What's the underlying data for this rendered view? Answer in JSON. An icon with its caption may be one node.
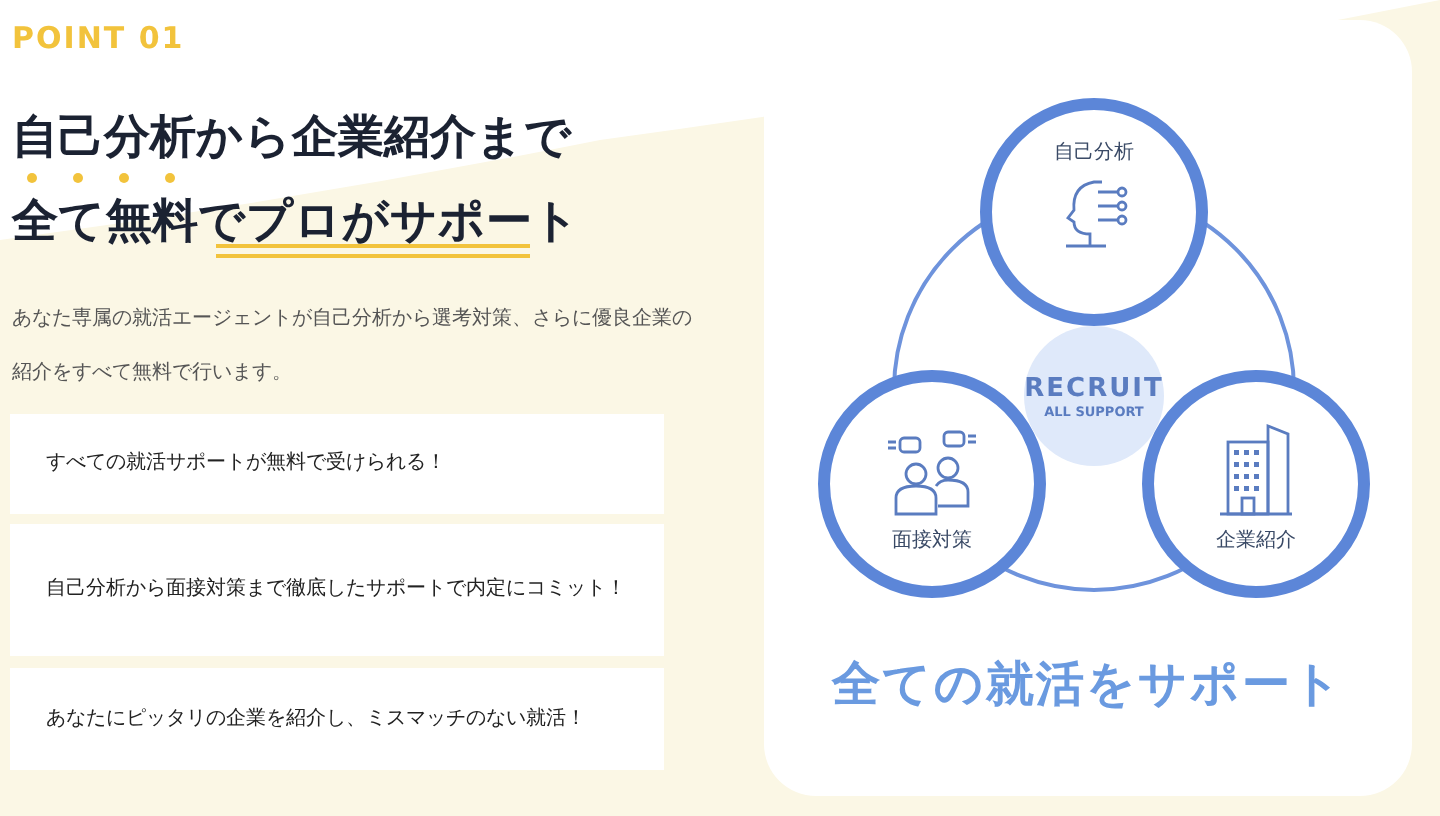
{
  "diagram": {
    "title": "自己分析から企業紹介まで全て無料でプロがサポート",
    "nodes": [
      {
        "text": [
          "すべての就活サポートが無料で受けられる！"
        ]
      },
      {
        "text": [
          "自己分析から面接対策まで徹底したサポートで内定にコミット！"
        ]
      },
      {
        "text": [
          "あなたにピッタリの企業を紹介し、ミスマッチのない就活！"
        ]
      },
      {
        "text": [
          "全ての就活をサポート"
        ]
      },
      {
        "text": [
          "自己分析"
        ],
        "in": 3
      },
      {
        "text": [
          "面接対策"
        ],
        "in": 3
      },
      {
        "text": [
          "企業紹介"
        ],
        "in": 3
      },
      {
        "text": [
          "RECRUIT",
          "ALL SUPPORT"
        ],
        "in": 3
      }
    ],
    "labels": [
      "POINT 01",
      "あなた専属の就活エージェントが自己分析から選考対策、さらに優良企業の紹介をすべて無料で行います。"
    ]
  }
}
